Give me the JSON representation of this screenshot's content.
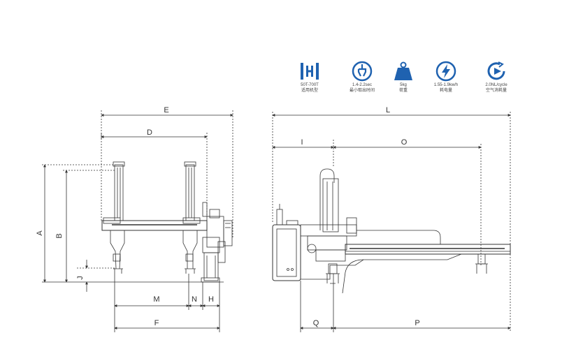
{
  "colors": {
    "accent": "#1f62b0",
    "line": "#333333",
    "dim": "#555555"
  },
  "specs": [
    {
      "icon": "bracket-grid-icon",
      "line1": "50T-700T",
      "line2": "适用机型"
    },
    {
      "icon": "gripper-hand-icon",
      "line1": "1.4-2.2sec",
      "line2": "最小取出时间"
    },
    {
      "icon": "weight-icon",
      "line1": "5kg",
      "line2": "荷重"
    },
    {
      "icon": "lightning-icon",
      "line1": "1.55-1.9kw/h",
      "line2": "耗电量"
    },
    {
      "icon": "air-cycle-icon",
      "line1": "2.0NL/cycle",
      "line2": "空气消耗量"
    }
  ],
  "dimensions": {
    "E": "E",
    "D": "D",
    "A": "A",
    "B": "B",
    "J": "J",
    "M": "M",
    "N": "N",
    "H": "H",
    "F": "F",
    "L": "L",
    "I": "I",
    "O": "O",
    "Q": "Q",
    "P": "P"
  }
}
